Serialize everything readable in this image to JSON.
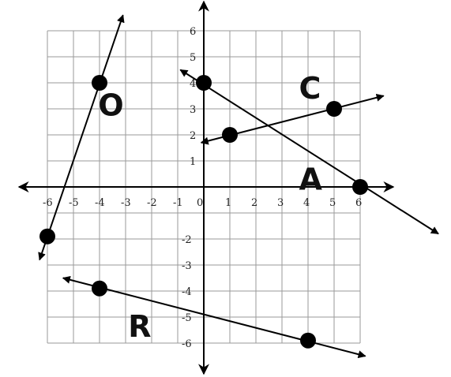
{
  "chart_data": {
    "type": "coordinate-plane",
    "xlim": [
      -6,
      6
    ],
    "ylim": [
      -6,
      6
    ],
    "grid": true,
    "x_tick_labels": [
      "-6",
      "-5",
      "-4",
      "-3",
      "-2",
      "-1",
      "0",
      "1",
      "2",
      "3",
      "4",
      "5",
      "6"
    ],
    "y_tick_labels": [
      "6",
      "5",
      "4",
      "3",
      "2",
      "1",
      "-2",
      "-3",
      "-4",
      "-5",
      "-6"
    ],
    "line_color": "#000000",
    "grid_color": "#9a9a9a",
    "lines": [
      {
        "label": "O",
        "points": [
          {
            "x": -6,
            "y": -1.9
          },
          {
            "x": -4,
            "y": 4
          }
        ],
        "arrow_ends": [
          {
            "x": -6.3,
            "y": -2.8
          },
          {
            "x": -3.1,
            "y": 6.6
          }
        ]
      },
      {
        "label": "A",
        "points": [
          {
            "x": 0,
            "y": 4
          },
          {
            "x": 6,
            "y": 0
          }
        ],
        "arrow_ends": [
          {
            "x": -0.9,
            "y": 4.5
          },
          {
            "x": 9,
            "y": -1.8
          }
        ]
      },
      {
        "label": "C",
        "points": [
          {
            "x": 1,
            "y": 2
          },
          {
            "x": 5,
            "y": 3
          }
        ],
        "arrow_ends": [
          {
            "x": -0.1,
            "y": 1.7
          },
          {
            "x": 6.9,
            "y": 3.5
          }
        ]
      },
      {
        "label": "R",
        "points": [
          {
            "x": -4,
            "y": -3.9
          },
          {
            "x": 4,
            "y": -5.9
          }
        ],
        "arrow_ends": [
          {
            "x": -5.4,
            "y": -3.5
          },
          {
            "x": 6.2,
            "y": -6.5
          }
        ]
      }
    ]
  }
}
